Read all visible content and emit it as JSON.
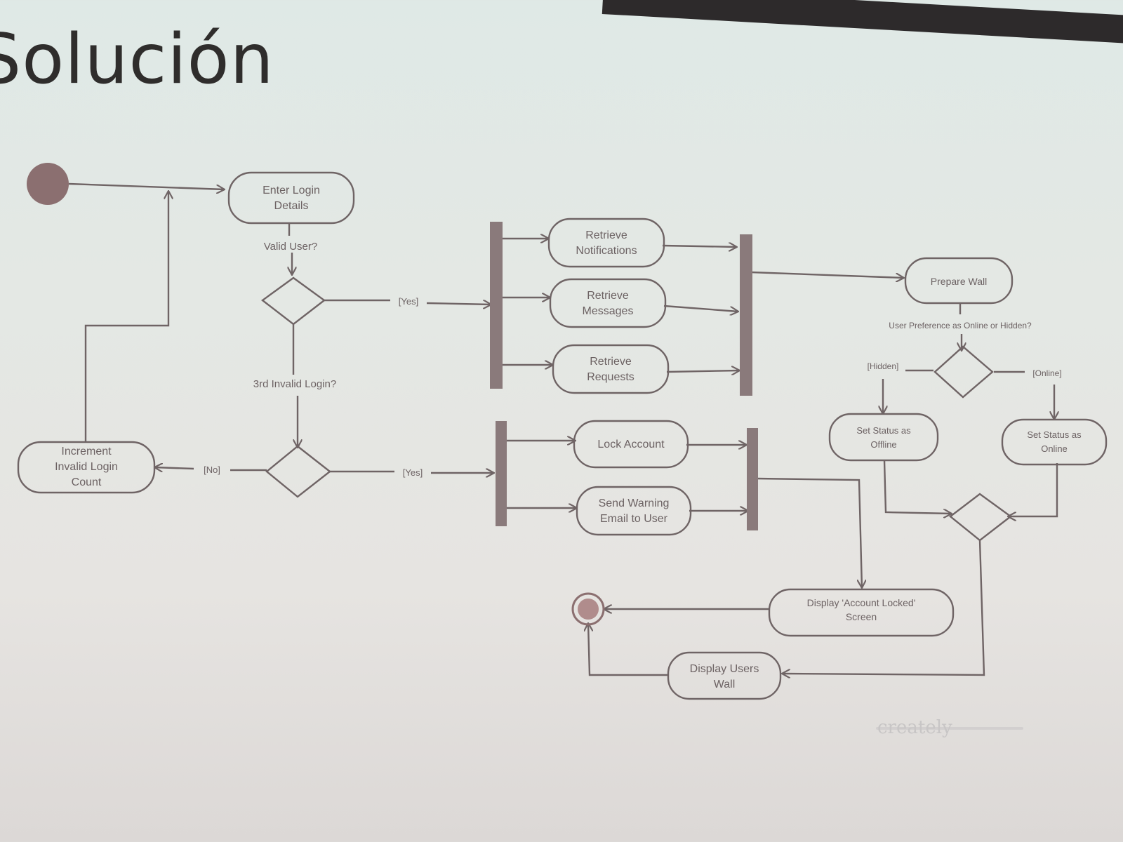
{
  "slide": {
    "title": "Solución"
  },
  "colors": {
    "line": "#6f6465",
    "bar": "#8a7a7b",
    "node_fill": "#8b6f70"
  },
  "diagram": {
    "nodes": {
      "enter_login": [
        "Enter Login",
        "Details"
      ],
      "retrieve_notifications": [
        "Retrieve",
        "Notifications"
      ],
      "retrieve_messages": [
        "Retrieve",
        "Messages"
      ],
      "retrieve_requests": [
        "Retrieve",
        "Requests"
      ],
      "prepare_wall": [
        "Prepare Wall"
      ],
      "lock_account": [
        "Lock Account"
      ],
      "send_warning": [
        "Send Warning",
        "Email to User"
      ],
      "increment": [
        "Increment",
        "Invalid Login",
        "Count"
      ],
      "set_offline": [
        "Set Status as",
        "Offline"
      ],
      "set_online": [
        "Set Status as",
        "Online"
      ],
      "display_locked": [
        "Display 'Account Locked'",
        "Screen"
      ],
      "display_wall": [
        "Display Users",
        "Wall"
      ]
    },
    "labels": {
      "valid_user": "Valid User?",
      "third_invalid": "3rd Invalid Login?",
      "user_preference": "User Preference as Online or Hidden?",
      "yes_top": "[Yes]",
      "yes_bottom": "[Yes]",
      "no": "[No]",
      "hidden": "[Hidden]",
      "online": "[Online]"
    },
    "watermark": "creately"
  }
}
